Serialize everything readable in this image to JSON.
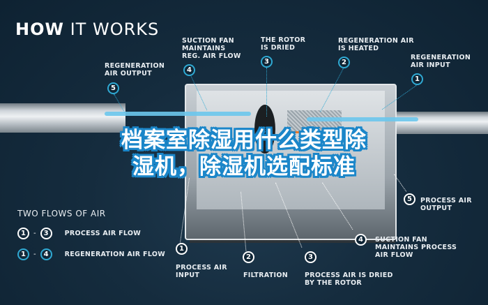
{
  "header": {
    "title_bold": "HOW",
    "title_rest": " IT WORKS"
  },
  "top_labels": [
    {
      "num": "5",
      "text": "REGENERATION\nAIR OUTPUT"
    },
    {
      "num": "4",
      "text": "SUCTION FAN\nMAINTAINS\nREG. AIR FLOW"
    },
    {
      "num": "3",
      "text": "THE ROTOR\nIS DRIED"
    },
    {
      "num": "2",
      "text": "REGENERATION AIR\nIS HEATED"
    },
    {
      "num": "1",
      "text": "REGENERATION\nAIR INPUT"
    }
  ],
  "bottom_labels": [
    {
      "num": "1",
      "text": "PROCESS AIR\nINPUT"
    },
    {
      "num": "2",
      "text": "FILTRATION"
    },
    {
      "num": "3",
      "text": "PROCESS AIR IS DRIED\nBY THE ROTOR"
    },
    {
      "num": "4",
      "text": "SUCTION FAN\nMAINTAINS PROCESS\nAIR FLOW"
    },
    {
      "num": "5",
      "text": "PROCESS AIR\nOUTPUT"
    }
  ],
  "legend": {
    "title": "TWO FLOWS OF AIR",
    "rows": [
      {
        "from": "1",
        "to": "3",
        "dash": "-",
        "label": "PROCESS AIR FLOW"
      },
      {
        "from": "1",
        "to": "4",
        "dash": "-",
        "label": "REGENERATION AIR FLOW"
      }
    ]
  },
  "headline": {
    "line1": "档案室除湿用什么类型除",
    "line2": "湿机，除湿机选配标准"
  },
  "colors": {
    "background": "#152c3e",
    "accent_blue": "#2fa9d3",
    "headline_outline": "#1b86c9",
    "heater_orange": "#ee7a2a"
  }
}
